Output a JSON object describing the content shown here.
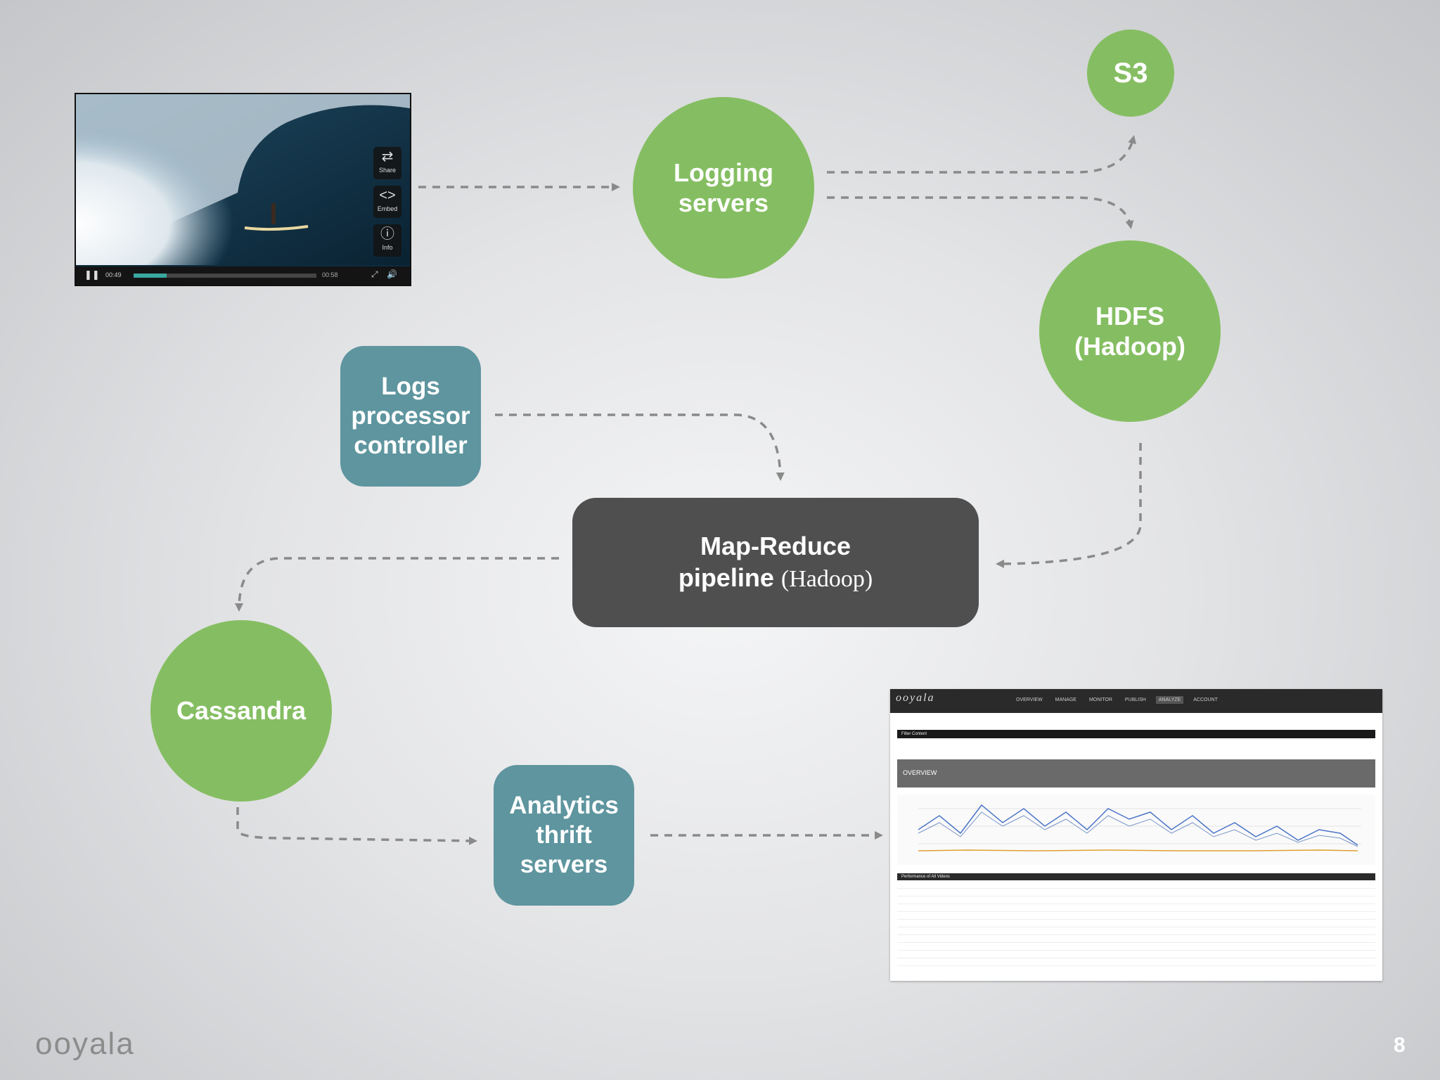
{
  "nodes": {
    "s3": "S3",
    "logging_servers": "Logging\nservers",
    "hdfs": "HDFS\n(Hadoop)",
    "logs_processor": "Logs\nprocessor\ncontroller",
    "mapreduce_main": "Map-Reduce\npipeline",
    "mapreduce_sub": "(Hadoop)",
    "cassandra": "Cassandra",
    "analytics": "Analytics\nthrift\nservers"
  },
  "video_player": {
    "time_elapsed": "00:49",
    "time_total": "00:58",
    "share_label": "Share",
    "embed_label": "Embed",
    "info_label": "Info"
  },
  "dashboard": {
    "logo": "ooyala",
    "tabs": [
      "OVERVIEW",
      "MANAGE",
      "MONITOR",
      "PUBLISH",
      "ANALYZE",
      "ACCOUNT"
    ],
    "active_tab": "ANALYZE",
    "overview_label": "OVERVIEW",
    "filter_label": "Filter Content",
    "table_title": "Performance of All Videos"
  },
  "footer": {
    "brand": "ooyala",
    "page_number": "8"
  },
  "colors": {
    "green_node": "#85be62",
    "teal_node": "#5e959f",
    "pipeline_node": "#4f4f4f",
    "arrow": "#8a8a8a"
  }
}
